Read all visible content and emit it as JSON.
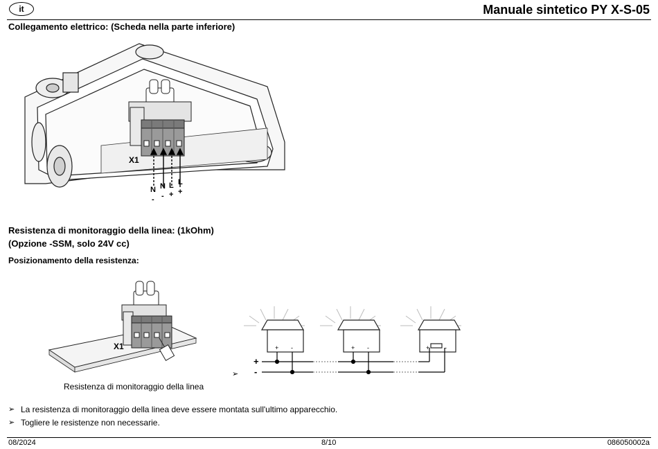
{
  "header": {
    "lang": "it",
    "doc_title": "Manuale sintetico PY X-S-05"
  },
  "section1": {
    "title": "Collegamento elettrico: (Scheda nella parte inferiore)",
    "figure": {
      "terminal_label": "X1",
      "wires": [
        {
          "label": "N",
          "sign": "-"
        },
        {
          "label": "N",
          "sign": "-"
        },
        {
          "label": "L",
          "sign": "+"
        },
        {
          "label": "L",
          "sign": "+"
        }
      ]
    }
  },
  "section2": {
    "title_line1": "Resistenza di monitoraggio della linea: (1kOhm)",
    "title_line2": "(Opzione -SSM, solo 24V cc)",
    "subtitle": "Posizionamento della resistenza:",
    "figure": {
      "terminal_label": "X1",
      "caption": "Resistenza di monitoraggio della linea"
    },
    "wiring": {
      "plus_label": "+",
      "minus_label": "-",
      "device_plus": "+",
      "device_minus": "-",
      "device_count": 3
    },
    "notes": [
      "La resistenza di monitoraggio della linea deve essere montata sull'ultimo apparecchio.",
      "Togliere le resistenze non necessarie."
    ]
  },
  "footer": {
    "date": "08/2024",
    "page": "8/10",
    "code": "086050002a"
  },
  "icons": {
    "bullet": "arrowhead-bullet-icon"
  }
}
